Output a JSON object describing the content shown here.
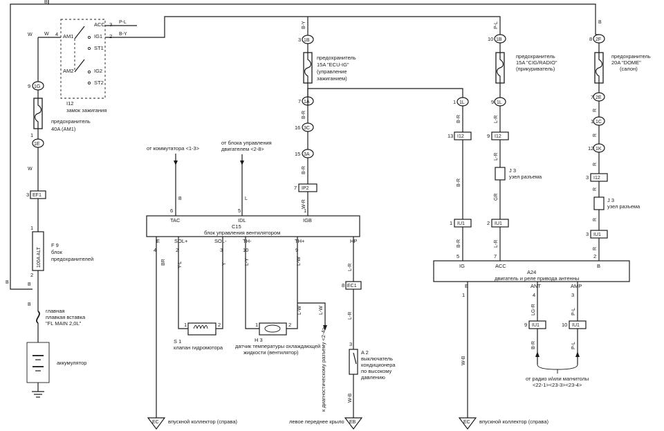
{
  "top_wire_label": "B",
  "ignition_switch": {
    "ref": "I12",
    "name": "замок зажигания",
    "terminals": [
      "AM1",
      "ACC",
      "IG1",
      "ST1",
      "AM2",
      "IG2",
      "ST2"
    ],
    "pins": [
      "4",
      "3",
      "2"
    ],
    "wires": [
      "W",
      "P-L",
      "B-Y"
    ]
  },
  "left_chain": {
    "wire_top": "W",
    "conn_1": "1G",
    "conn_1_pin": "9",
    "fuse_am1": "предохранитель 40A (AM1)",
    "conn_2": "1E",
    "conn_2_pin": "1",
    "wire_mid": "W",
    "conn_ef1": "EF1",
    "conn_ef1_pin": "3",
    "fuse_alt_text": "100A ALT",
    "fuse_alt_pins": [
      "1",
      "2"
    ],
    "fuse_block": "F 9 блок предохранителей",
    "wire_b1": "B",
    "wire_b2": "B",
    "wire_b3": "B",
    "fusible_link": "главная плавкая вставка \"FL MAIN 2,0L\"",
    "battery": "аккумулятор"
  },
  "fuse_ecu_ig": {
    "wire": "B-Y",
    "conn_in": "1B",
    "conn_in_pin": "3",
    "label": "предохранитель 15A \"ECU-IG\" (управление зажиганием)",
    "conn_out": "1A",
    "conn_out_pin": "7",
    "wire_out": "B-R",
    "conn_3c": "3C",
    "conn_3c_pin": "16",
    "conn_3a": "3A",
    "conn_3a_pin": "15",
    "wire_3a": "B-R",
    "conn_ip2": "IP2",
    "conn_ip2_pin": "7",
    "wire_ip2": "W-R"
  },
  "inputs": {
    "commutator": "от коммутатора <1-3>",
    "engine_ecu": "от блока управления двигателем <2-8>",
    "wire_commutator": "B",
    "wire_engine_ecu": "L"
  },
  "c15": {
    "ref": "C15",
    "name": "блок управления вентилятором",
    "top_pins": [
      {
        "term": "TAC",
        "pin": "6"
      },
      {
        "term": "IDL",
        "pin": "5"
      },
      {
        "term": "IGB",
        "pin": "1"
      }
    ],
    "bottom_pins": [
      {
        "term": "E",
        "pin": "4",
        "wire": "BR"
      },
      {
        "term": "SOL+",
        "pin": "2",
        "wire": "Y-L"
      },
      {
        "term": "SOL-",
        "pin": "3",
        "wire": "Y"
      },
      {
        "term": "TH-",
        "pin": "10",
        "wire": "L-Y"
      },
      {
        "term": "TH+",
        "pin": "9",
        "wire": "L-W"
      },
      {
        "term": "HP",
        "pin": "",
        "wire": "L-R"
      }
    ]
  },
  "valve": {
    "ref": "S 1",
    "name": "клапан гидромотора",
    "pins": [
      "1",
      "2"
    ]
  },
  "temp_sensor": {
    "ref": "H 3",
    "name": "датчик температуры охлаждающей жидкости (вентилятор)",
    "pins": [
      "1",
      "2"
    ]
  },
  "diag": {
    "wire_1": "L-W",
    "wire_2": "L-W",
    "label": "к диагностическому разъему <2-4>"
  },
  "ec1": {
    "conn": "EC1",
    "pin": "8",
    "wire": "L-R"
  },
  "pressure_switch": {
    "ref": "A 2",
    "name": "выключатель кондиционера по высокому давлению",
    "pin": "3",
    "wire": "W-B"
  },
  "grounds": [
    {
      "code": "EC",
      "label": "впускной коллектор (справа)"
    },
    {
      "code": "EB",
      "label": "левое переднее крыло"
    },
    {
      "code": "EC",
      "label": "впускной коллектор (справа)"
    }
  ],
  "branch_1l": {
    "conn": "1L",
    "conn_pin": "1",
    "wire": "B-R",
    "conn_i12": "I12",
    "conn_i12_pin": "13",
    "wire_2": "B-R",
    "conn_iu1": "IU1",
    "conn_iu1_pin": "1",
    "wire_3": "B-R"
  },
  "fuse_cig": {
    "wire": "P-L",
    "conn_in": "1B",
    "conn_in_pin": "10",
    "label": "предохранитель 15A \"CIG/RADIO\" (прикуриватель)",
    "conn_out": "1L",
    "conn_out_pin": "9",
    "wire_out": "L-R",
    "conn_i12": "I12",
    "conn_i12_pin": "9",
    "wire_2": "L-R",
    "junction": "J 3 узел разъема",
    "wire_3": "GR",
    "conn_iu1": "IU1",
    "conn_iu1_pin": "2",
    "wire_4": "L-R"
  },
  "fuse_dome": {
    "wire": "B",
    "conn_in": "2F",
    "conn_in_pin": "8",
    "label": "предохранитель 20A \"DOME\" (салон)",
    "conn_out": "2E",
    "conn_out_pin": "7",
    "wire_out": "R",
    "conn_1c": "1C",
    "conn_1c_pin": "1",
    "wire_2": "R",
    "conn_1k": "1K",
    "conn_1k_pin": "12",
    "wire_3": "R",
    "conn_i12": "I12",
    "conn_i12_pin": "3",
    "wire_4": "R",
    "junction": "J 3 узел разъема",
    "wire_5": "R",
    "conn_iu1": "IU1",
    "conn_iu1_pin": "3",
    "wire_6": "R"
  },
  "a24": {
    "ref": "A24",
    "name": "двигатель и реле привода антенны",
    "top_pins": [
      {
        "term": "IG",
        "pin": "5"
      },
      {
        "term": "ACC",
        "pin": "7"
      },
      {
        "term": "B",
        "pin": "2"
      }
    ],
    "bottom_pins": [
      {
        "term": "E",
        "pin": "1",
        "wire": "W-B"
      },
      {
        "term": "ANT",
        "pin": "4",
        "wire": "LG-R"
      },
      {
        "term": "AMP",
        "pin": "3",
        "wire": "P-L"
      }
    ]
  },
  "radio_conns": [
    {
      "conn": "IU1",
      "pin": "9",
      "wire": "B-R"
    },
    {
      "conn": "IU1",
      "pin": "10",
      "wire": "P-L"
    }
  ],
  "radio_label": "от радио и/или магнитолы <22-1><23-3><23-4>"
}
